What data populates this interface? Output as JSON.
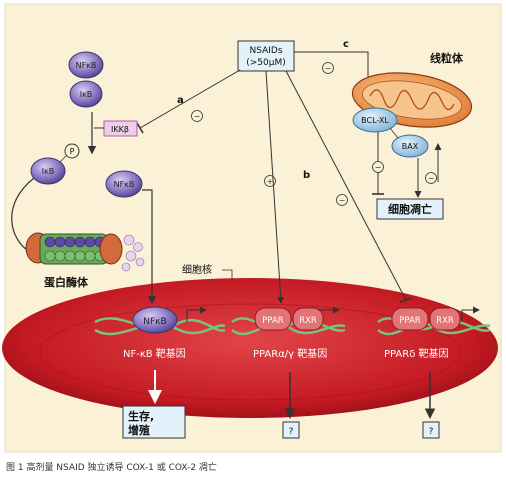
{
  "labels": {
    "nsaids_line1": "NSAIDs",
    "nsaids_line2": "(>50μM)",
    "nfkb": "NFκB",
    "ikb": "IκB",
    "ikkb": "IKKβ",
    "p": "P",
    "proteasome": "蛋白酶体",
    "nucleus": "细胞核",
    "mitochondria": "线粒体",
    "bcl": "BCL-XL",
    "bax": "BAX",
    "apoptosis": "细胞凋亡",
    "ppar": "PPAR",
    "rxr": "RXR",
    "nfkb_target": "NF-κB 靶基因",
    "ppar_ag_target": "PPARα/γ 靶基因",
    "ppar_d_target": "PPARδ 靶基因",
    "survival_line1": "生存,",
    "survival_line2": "增殖",
    "question": "?",
    "path_a": "a",
    "path_b": "b",
    "path_c": "c",
    "minus": "−",
    "plus": "+"
  },
  "caption": "图 1  高剂量 NSAID 独立诱导 COX-1 或 COX-2 凋亡",
  "colors": {
    "panel": "#fbf1d6",
    "nucleus": "#cc1f28",
    "nucleus_dark": "#a5121a",
    "protein": "#6d5aa8",
    "box_fill": "#ecd0ea",
    "box_stroke": "#b25aa6",
    "bcl_fill": "#9fc8e6",
    "mito_fill": "#ee9a58"
  }
}
